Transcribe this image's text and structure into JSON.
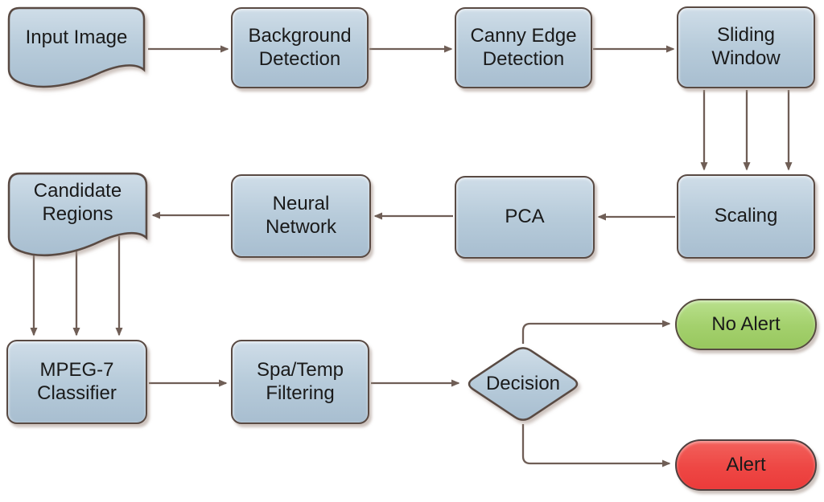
{
  "diagram": {
    "title": "image-processing-alert-pipeline-flowchart",
    "palette": {
      "node_fill_top": "#cfdde8",
      "node_fill_bottom": "#a8bed0",
      "node_border": "#594a43",
      "arrow": "#6f5e56",
      "text": "#1a1a1a",
      "no_alert_fill": "#a3d06c",
      "alert_fill": "#ee4744",
      "shadow": "#a49288",
      "background": "#ffffff"
    },
    "nodes": [
      {
        "id": "input-image",
        "type": "document",
        "label": "Input Image"
      },
      {
        "id": "background-detection",
        "type": "process",
        "label": "Background\nDetection"
      },
      {
        "id": "canny-edge-detection",
        "type": "process",
        "label": "Canny Edge\nDetection"
      },
      {
        "id": "sliding-window",
        "type": "process",
        "label": "Sliding\nWindow"
      },
      {
        "id": "candidate-regions",
        "type": "document",
        "label": "Candidate\nRegions"
      },
      {
        "id": "neural-network",
        "type": "process",
        "label": "Neural\nNetwork"
      },
      {
        "id": "pca",
        "type": "process",
        "label": "PCA"
      },
      {
        "id": "scaling",
        "type": "process",
        "label": "Scaling"
      },
      {
        "id": "mpeg7-classifier",
        "type": "process",
        "label": "MPEG-7\nClassifier"
      },
      {
        "id": "spa-temp-filtering",
        "type": "process",
        "label": "Spa/Temp\nFiltering"
      },
      {
        "id": "decision",
        "type": "decision",
        "label": "Decision"
      },
      {
        "id": "no-alert",
        "type": "terminal-positive",
        "label": "No Alert"
      },
      {
        "id": "alert",
        "type": "terminal-negative",
        "label": "Alert"
      }
    ],
    "edges": [
      {
        "from": "input-image",
        "to": "background-detection",
        "arrows": 1
      },
      {
        "from": "background-detection",
        "to": "canny-edge-detection",
        "arrows": 1
      },
      {
        "from": "canny-edge-detection",
        "to": "sliding-window",
        "arrows": 1
      },
      {
        "from": "sliding-window",
        "to": "scaling",
        "arrows": 3
      },
      {
        "from": "scaling",
        "to": "pca",
        "arrows": 1
      },
      {
        "from": "pca",
        "to": "neural-network",
        "arrows": 1
      },
      {
        "from": "neural-network",
        "to": "candidate-regions",
        "arrows": 1
      },
      {
        "from": "candidate-regions",
        "to": "mpeg7-classifier",
        "arrows": 3
      },
      {
        "from": "mpeg7-classifier",
        "to": "spa-temp-filtering",
        "arrows": 1
      },
      {
        "from": "spa-temp-filtering",
        "to": "decision",
        "arrows": 1
      },
      {
        "from": "decision",
        "to": "no-alert",
        "arrows": 1
      },
      {
        "from": "decision",
        "to": "alert",
        "arrows": 1
      }
    ]
  }
}
